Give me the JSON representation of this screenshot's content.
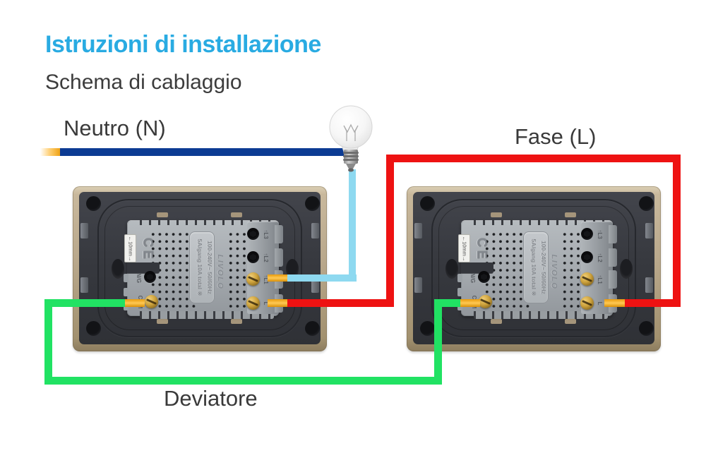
{
  "header": {
    "title": "Istruzioni di installazione",
    "subtitle": "Schema di cablaggio"
  },
  "wire_labels": {
    "neutral": "Neutro (N)",
    "phase": "Fase (L)",
    "traveler": "Deviatore"
  },
  "colors": {
    "accent": "#29abe2",
    "neutral-wire": "#0c3b93",
    "phase-wire": "#ee1212",
    "traveler-wire": "#21e263",
    "lamp-wire": "#8ed9f0",
    "wire-tip": "#f2a412",
    "frame-tan": "#b9a88c",
    "plate-dark": "#37393f",
    "module-gray": "#a8adb2"
  },
  "switch": {
    "brand": "LIVOLO",
    "rating_line1": "100-240V~  50/60Hz",
    "rating_line2": "5A/gang 10A total ※",
    "ce_mark": "CE",
    "gauge_label": "←10mm→",
    "terminals_right": [
      "↑L3",
      "↑L2",
      "↑L1",
      "L"
    ],
    "terminals_left": [
      "N/G",
      "COM"
    ]
  }
}
